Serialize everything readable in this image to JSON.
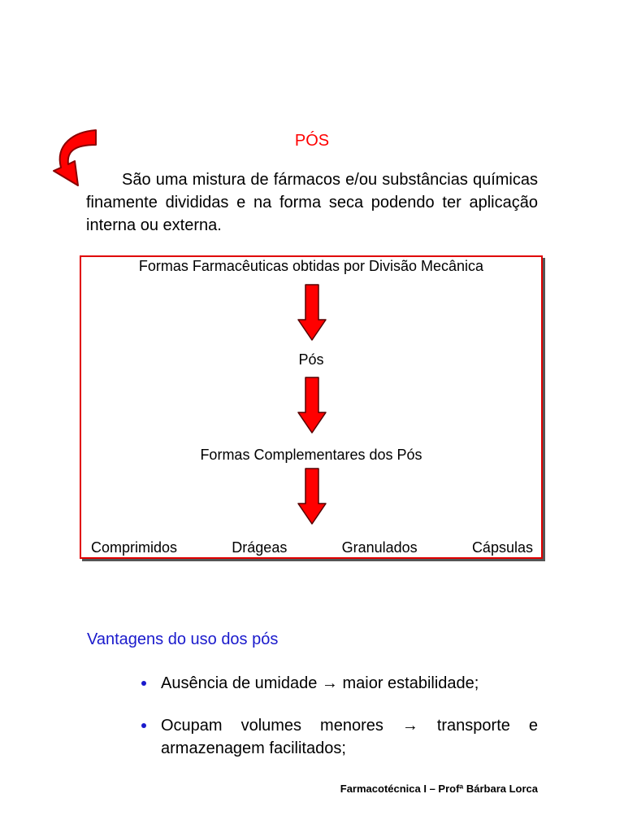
{
  "title": "PÓS",
  "intro": "São uma mistura de fármacos e/ou substâncias químicas finamente divididas e na forma seca podendo ter aplicação interna ou externa.",
  "flow": {
    "header": "Formas Farmacêuticas obtidas por Divisão Mecânica",
    "step1": "Pós",
    "step2": "Formas Complementares dos Pós",
    "forms": [
      "Comprimidos",
      "Drágeas",
      "Granulados",
      "Cápsulas"
    ],
    "arrow_color": "#ff0000",
    "border_color": "#e00000"
  },
  "advantages": {
    "heading": "Vantagens do uso dos pós",
    "items": [
      {
        "before": "Ausência de umidade ",
        "arrow": "→",
        "after": " maior estabilidade;"
      },
      {
        "before": "Ocupam volumes menores ",
        "arrow": "→",
        "after": " transporte e armazenagem facilitados;"
      }
    ]
  },
  "footer": "Farmacotécnica I – Profª Bárbara Lorca",
  "colors": {
    "title": "#ff0000",
    "heading": "#1a1acc",
    "arrow": "#ff0000"
  },
  "icons": [
    "curved-arrow-icon",
    "down-arrow-icon",
    "bullet-icon"
  ]
}
